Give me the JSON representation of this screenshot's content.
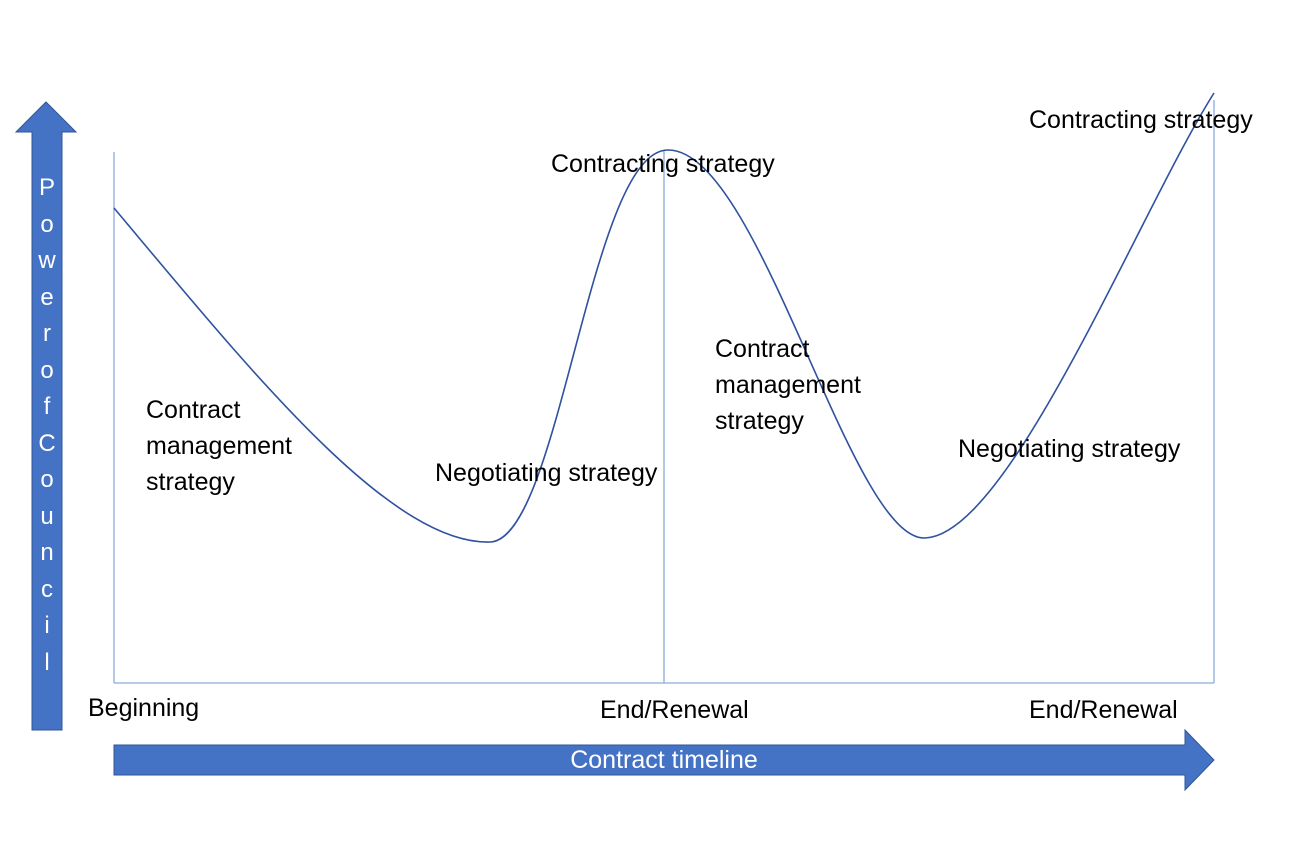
{
  "y_axis_label": "PowerofCouncil",
  "x_axis_label": "Contract timeline",
  "x_markers": [
    "Beginning",
    "End/Renewal",
    "End/Renewal"
  ],
  "annotations": [
    {
      "text": "Contract management strategy"
    },
    {
      "text": "Negotiating strategy"
    },
    {
      "text": "Contracting strategy"
    },
    {
      "text": "Contract management strategy"
    },
    {
      "text": "Negotiating strategy"
    },
    {
      "text": "Contracting strategy"
    }
  ],
  "colors": {
    "arrow": "#4472c4",
    "curve": "#2f52a0",
    "guide": "#8eaadb"
  }
}
